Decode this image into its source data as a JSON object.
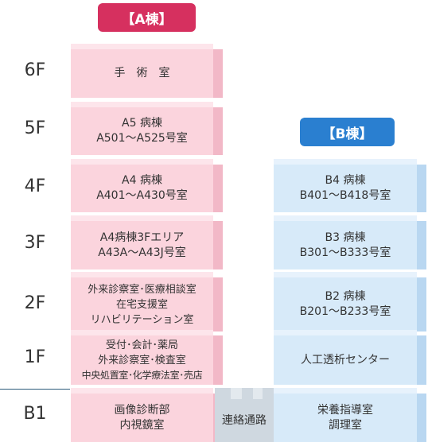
{
  "buildings": {
    "a": {
      "title": "【A棟】",
      "floors": [
        {
          "level": "6F",
          "lines": [
            "手　術　室"
          ]
        },
        {
          "level": "5F",
          "lines": [
            "A5 病棟",
            "A501～A525号室"
          ]
        },
        {
          "level": "4F",
          "lines": [
            "A4 病棟",
            "A401～A430号室"
          ]
        },
        {
          "level": "3F",
          "lines": [
            "A4病棟3Fエリア",
            "A43A～A43J号室"
          ]
        },
        {
          "level": "2F",
          "lines": [
            "外来診察室･医療相談室",
            "在宅支援室",
            "リハビリテーション室"
          ]
        },
        {
          "level": "1F",
          "lines": [
            "受付･会計･薬局",
            "外来診察室･検査室",
            "中央処置室･化学療法室･売店"
          ]
        },
        {
          "level": "B1",
          "lines": [
            "画像診断部",
            "内視鏡室"
          ]
        }
      ]
    },
    "b": {
      "title": "【B棟】",
      "floors": [
        {
          "level": "4F",
          "lines": [
            "B4 病棟",
            "B401～B418号室"
          ]
        },
        {
          "level": "3F",
          "lines": [
            "B3 病棟",
            "B301～B333号室"
          ]
        },
        {
          "level": "2F",
          "lines": [
            "B2 病棟",
            "B201～B233号室"
          ]
        },
        {
          "level": "1F",
          "lines": [
            "人工透析センター"
          ]
        },
        {
          "level": "B1",
          "lines": [
            "栄養指導室",
            "調理室"
          ]
        }
      ]
    }
  },
  "floor_labels": [
    "6F",
    "5F",
    "4F",
    "3F",
    "2F",
    "1F",
    "B1"
  ],
  "connecting_passage": "連絡通路",
  "colors": {
    "a_tag": "#d6305f",
    "b_tag": "#2a7fd0",
    "a_floor": "#fbd4dd",
    "b_floor": "#d7eaf9",
    "passage": "#cfd8e0"
  }
}
